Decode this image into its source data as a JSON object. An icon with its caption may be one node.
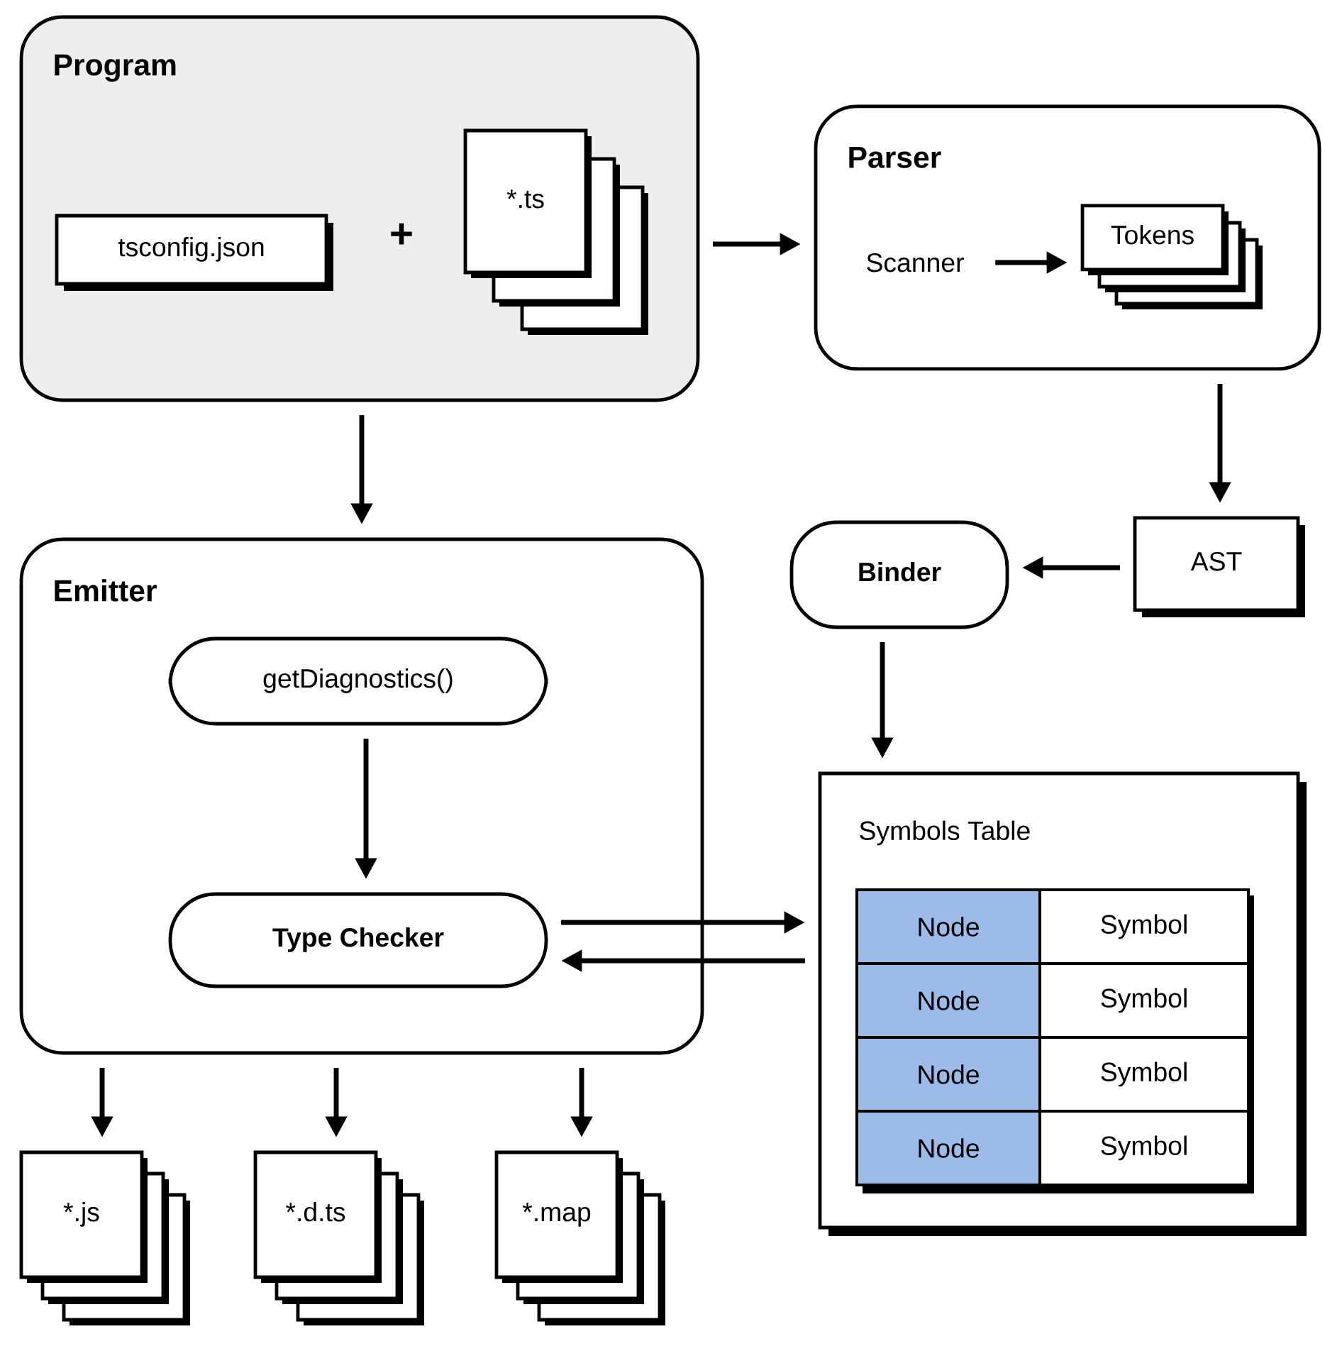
{
  "diagram": {
    "nodes": [
      {
        "text": [
          "Program"
        ]
      },
      {
        "text": [
          "tsconfig.json"
        ],
        "in": 0
      },
      {
        "text": [
          "*.ts"
        ],
        "in": 0
      },
      {
        "text": [
          "Parser"
        ]
      },
      {
        "text": [
          "Scanner"
        ],
        "in": 3
      },
      {
        "text": [
          "Tokens"
        ],
        "in": 3
      },
      {
        "text": [
          "AST"
        ]
      },
      {
        "text": [
          "Binder"
        ]
      },
      {
        "text": [
          "Emitter"
        ]
      },
      {
        "text": [
          "getDiagnostics()"
        ],
        "in": 8
      },
      {
        "text": [
          "Type Checker"
        ],
        "in": 8
      },
      {
        "text": [
          "Symbols Table"
        ]
      },
      {
        "text": [
          "*.js"
        ]
      },
      {
        "text": [
          "*.d.ts"
        ]
      },
      {
        "text": [
          "*.map"
        ]
      }
    ],
    "edges": [
      {
        "from": 0,
        "to": 3,
        "arrow": "to"
      },
      {
        "from": 4,
        "to": 5,
        "arrow": "to"
      },
      {
        "from": 3,
        "to": 6,
        "arrow": "to"
      },
      {
        "from": 6,
        "to": 7,
        "arrow": "to"
      },
      {
        "from": 7,
        "to": 11,
        "arrow": "to"
      },
      {
        "from": 0,
        "to": 8,
        "arrow": "to"
      },
      {
        "from": 9,
        "to": 10,
        "arrow": "to"
      },
      {
        "from": 10,
        "to": 11,
        "arrow": "to"
      },
      {
        "from": 11,
        "to": 10,
        "arrow": "to"
      },
      {
        "from": 8,
        "to": 12,
        "arrow": "to"
      },
      {
        "from": 8,
        "to": 13,
        "arrow": "to"
      },
      {
        "from": 8,
        "to": 14,
        "arrow": "to"
      }
    ],
    "labels": [
      "+",
      "Node",
      "Symbol",
      "Node",
      "Symbol",
      "Node",
      "Symbol",
      "Node",
      "Symbol"
    ]
  }
}
